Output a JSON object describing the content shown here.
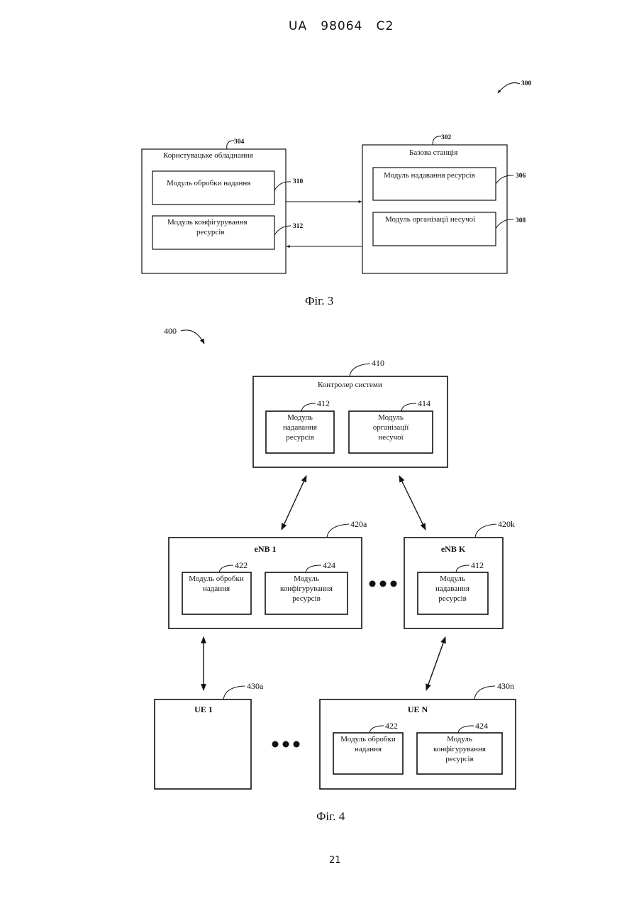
{
  "header": "UA   98064   C2",
  "page_number": "21",
  "fig3": {
    "ref_figure": "300",
    "user_equipment": {
      "ref": "304",
      "title": "Користувацьке обладнання",
      "module1": {
        "ref": "310",
        "label": "Модуль обробки надання"
      },
      "module2": {
        "ref": "312",
        "line1": "Модуль конфігурування",
        "line2": "ресурсів"
      }
    },
    "base_station": {
      "ref": "302",
      "title": "Базова станція",
      "module1": {
        "ref": "306",
        "label": "Модуль надавання ресурсів"
      },
      "module2": {
        "ref": "308",
        "label": "Модуль організації несучої"
      }
    },
    "caption": "Фіг. 3"
  },
  "fig4": {
    "ref_figure": "400",
    "controller": {
      "ref": "410",
      "title": "Контролер системи",
      "m1": {
        "ref": "412",
        "lines": [
          "Модуль",
          "надавання",
          "ресурсів"
        ]
      },
      "m2": {
        "ref": "414",
        "lines": [
          "Модуль",
          "організації",
          "несучої"
        ]
      }
    },
    "enb1": {
      "ref": "420a",
      "title": "eNB 1",
      "m1": {
        "ref": "422",
        "lines": [
          "Модуль обробки",
          "надання"
        ]
      },
      "m2": {
        "ref": "424",
        "lines": [
          "Модуль",
          "конфігурування",
          "ресурсів"
        ]
      }
    },
    "enbk": {
      "ref": "420k",
      "title": "eNB K",
      "m1": {
        "ref": "412",
        "lines": [
          "Модуль",
          "надавання",
          "ресурсів"
        ]
      }
    },
    "ue1": {
      "ref": "430a",
      "title": "UE 1"
    },
    "uen": {
      "ref": "430n",
      "title": "UE N",
      "m1": {
        "ref": "422",
        "lines": [
          "Модуль обробки",
          "надання"
        ]
      },
      "m2": {
        "ref": "424",
        "lines": [
          "Модуль",
          "конфігурування",
          "ресурсів"
        ]
      }
    },
    "caption": "Фіг. 4"
  }
}
